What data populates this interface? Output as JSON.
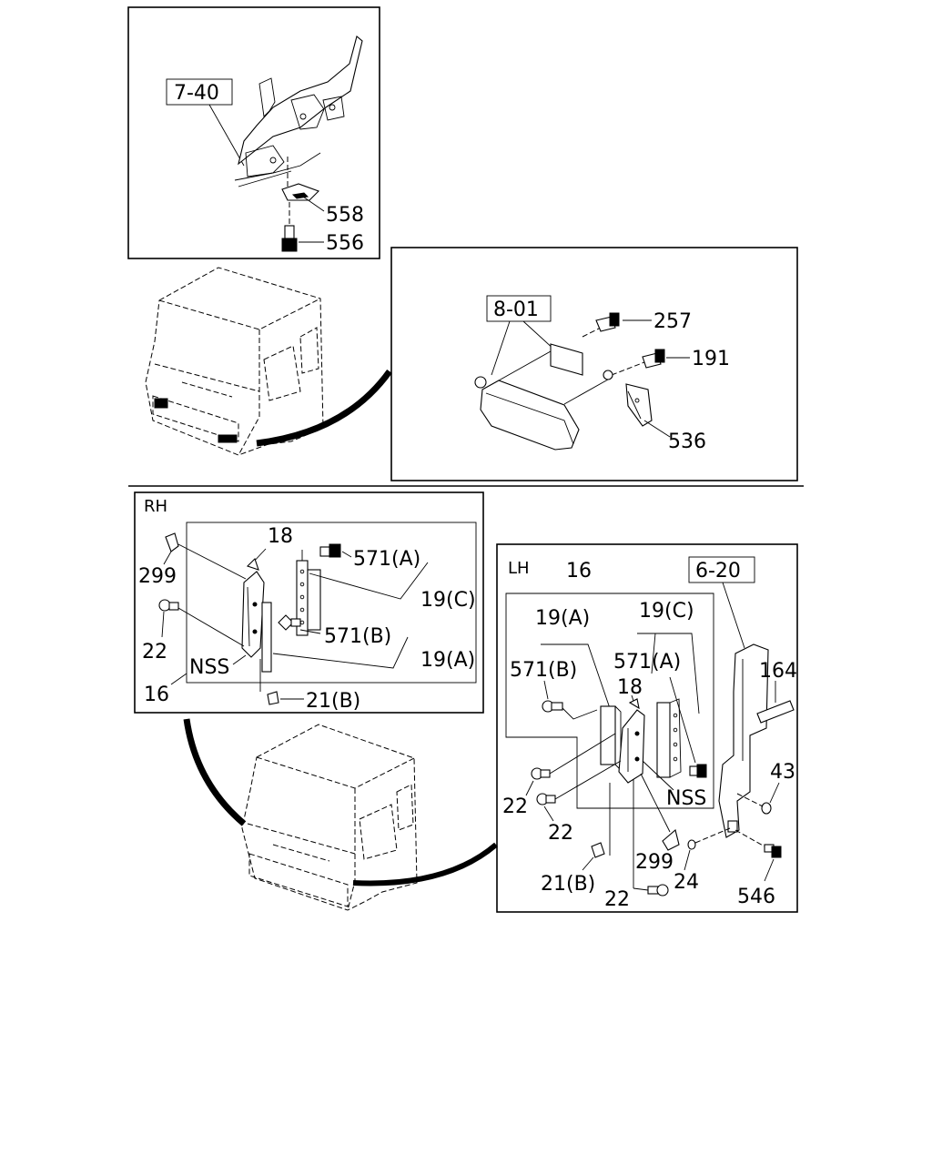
{
  "panels": {
    "top_left": {
      "ref_box": "7-40",
      "labels": {
        "p558": "558",
        "p556": "556"
      }
    },
    "top_right": {
      "ref_box": "8-01",
      "labels": {
        "p257": "257",
        "p191": "191",
        "p536": "536"
      }
    },
    "rh": {
      "title": "RH",
      "labels": {
        "p18": "18",
        "p571a": "571(A)",
        "p19c": "19(C)",
        "p299": "299",
        "p571b": "571(B)",
        "p19a": "19(A)",
        "p22": "22",
        "nss": "NSS",
        "p16": "16",
        "p21b": "21(B)"
      }
    },
    "lh": {
      "title": "LH",
      "ref_box": "6-20",
      "labels": {
        "p16": "16",
        "p19a": "19(A)",
        "p19c": "19(C)",
        "p571b": "571(B)",
        "p571a": "571(A)",
        "p18": "18",
        "p164": "164",
        "p43": "43",
        "nss": "NSS",
        "p22a": "22",
        "p22b": "22",
        "p299": "299",
        "p24": "24",
        "p21b": "21(B)",
        "p22c": "22",
        "p546": "546"
      }
    }
  }
}
